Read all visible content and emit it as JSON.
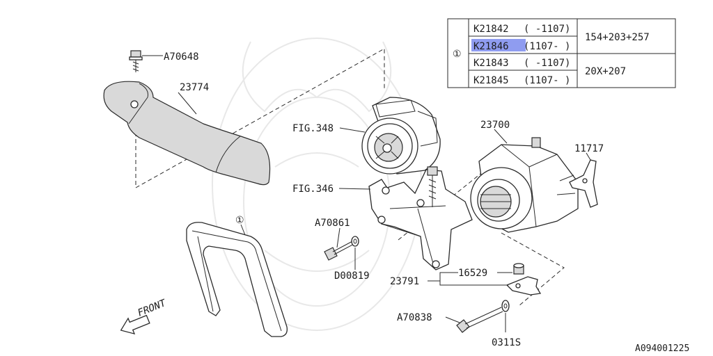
{
  "callout_labels": {
    "bolt_top": "A70648",
    "cover": "23774",
    "pump_fig": "FIG.348",
    "bracket_fig": "FIG.346",
    "alternator": "23700",
    "bracket_small": "11717",
    "belt_ref": "①",
    "bolt_bracket": "A70861",
    "washer_small": "D00819",
    "assembly": "23791",
    "bushing": "16529",
    "long_bolt": "A70838",
    "washer_bottom": "0311S",
    "front": "FRONT"
  },
  "parts_table": {
    "ref": "①",
    "rows": [
      {
        "part": "K21842",
        "range": "( -1107)"
      },
      {
        "part": "K21846",
        "range": "(1107- )",
        "highlighted": true
      },
      {
        "part": "K21843",
        "range": "( -1107)"
      },
      {
        "part": "K21845",
        "range": "(1107- )"
      }
    ],
    "sizes": [
      "154+203+257",
      "20X+207"
    ],
    "highlight_color": "#8f9cf0"
  },
  "diagram_id": "A094001225"
}
